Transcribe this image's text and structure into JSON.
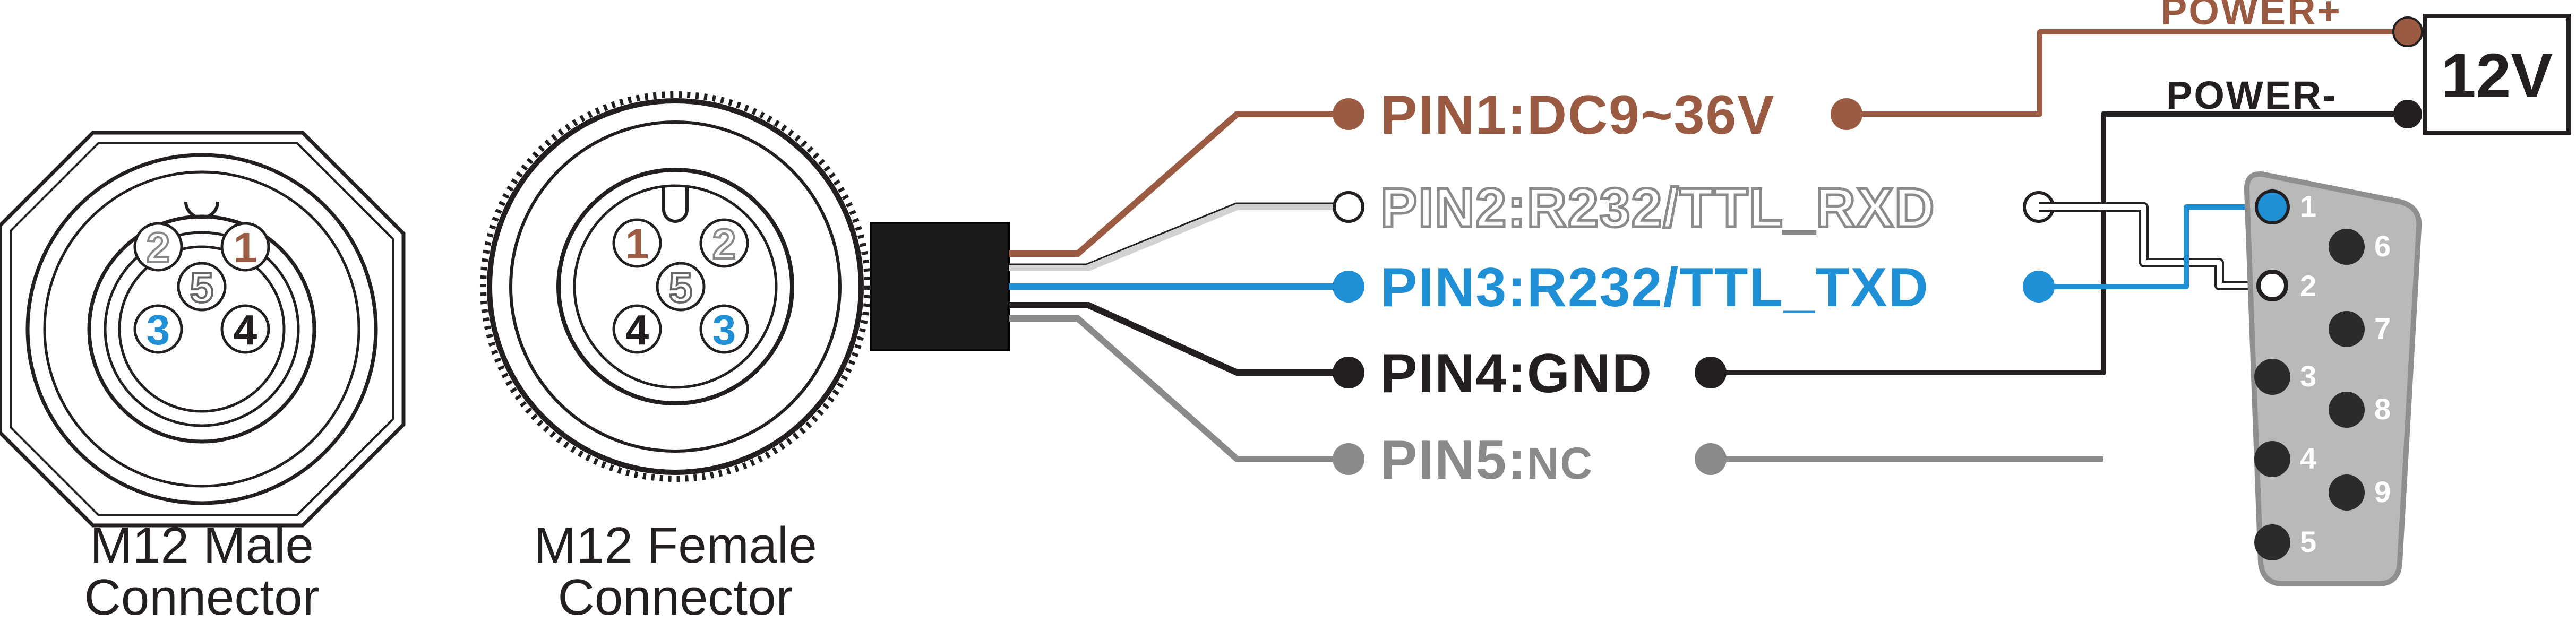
{
  "connectors": {
    "male": {
      "line1": "M12 Male",
      "line2": "Connector",
      "pins": [
        "1",
        "2",
        "3",
        "4",
        "5"
      ]
    },
    "female": {
      "line1": "M12 Female",
      "line2": "Connector",
      "pins": [
        "1",
        "2",
        "3",
        "4",
        "5"
      ]
    }
  },
  "pins": {
    "pin1": {
      "label": "PIN1:DC9~36V",
      "color": "#9b5b43"
    },
    "pin2": {
      "label": "PIN2:R232/TTL_RXD",
      "color": "#c8c8c8"
    },
    "pin3": {
      "label": "PIN3:R232/TTL_TXD",
      "color": "#1f8fd6"
    },
    "pin4": {
      "label": "PIN4:GND",
      "color": "#231f20"
    },
    "pin5": {
      "label": "PIN5:",
      "suffix": "NC",
      "color": "#8a8a8a"
    }
  },
  "power": {
    "plus": "POWER+",
    "minus": "POWER-",
    "voltage": "12V"
  },
  "db9": {
    "pins": [
      "1",
      "2",
      "3",
      "4",
      "5",
      "6",
      "7",
      "8",
      "9"
    ]
  }
}
